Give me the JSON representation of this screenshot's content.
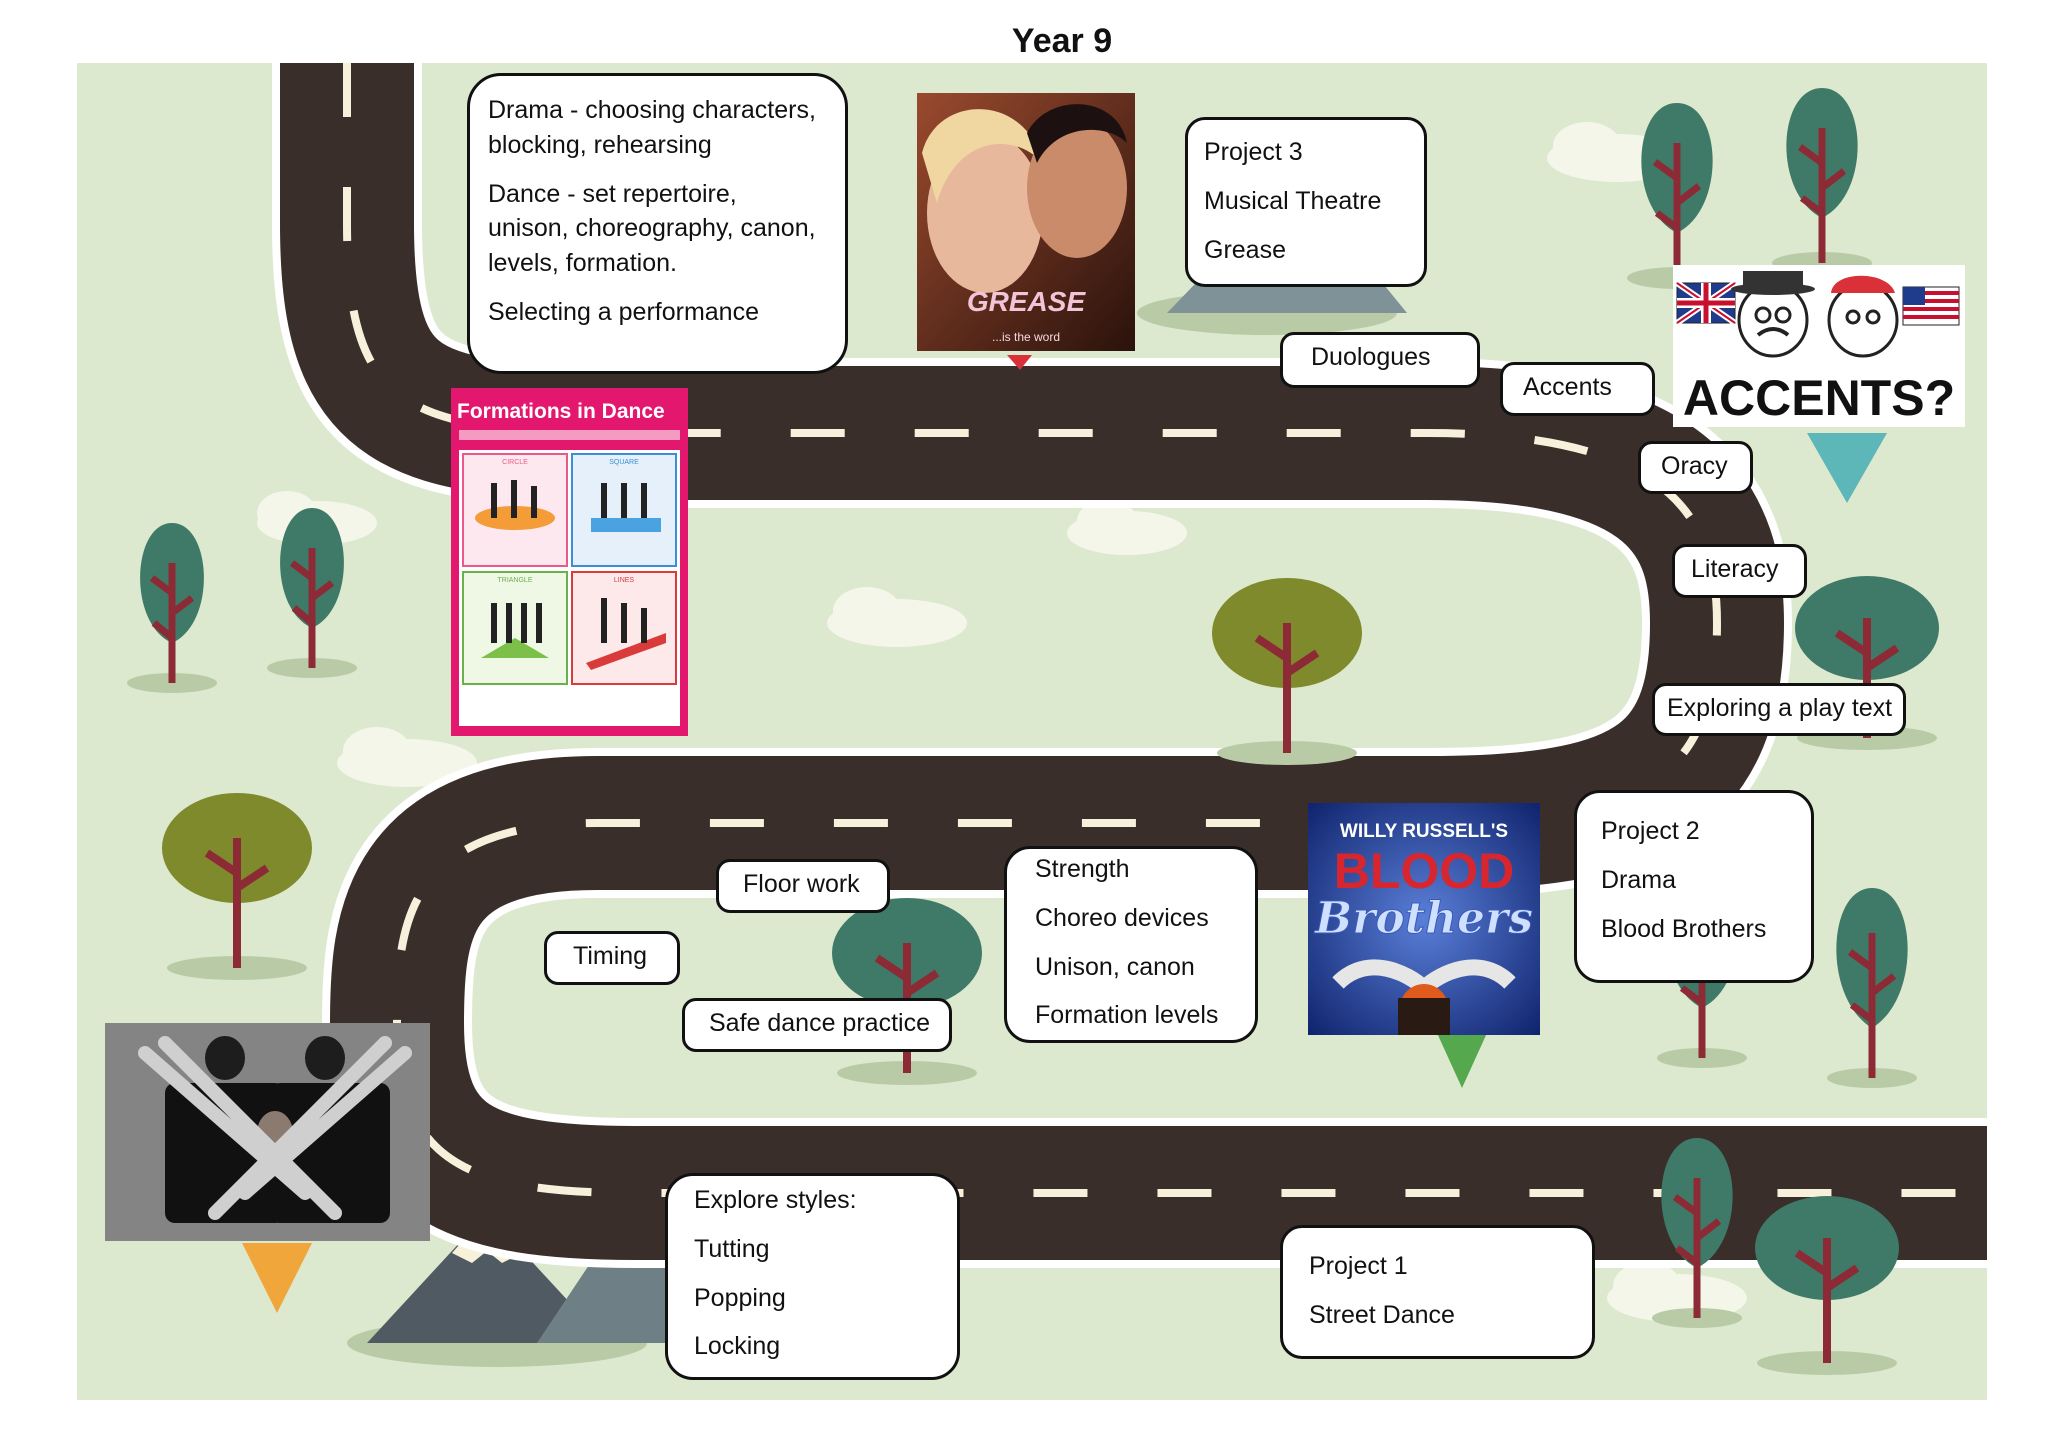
{
  "page_title": "Year 9",
  "boxes": {
    "drama_dance": {
      "lines": [
        "Drama - choosing characters,",
        "blocking, rehearsing",
        "Dance - set repertoire,",
        "unison, choreography, canon,",
        "levels, formation.",
        "Selecting a performance"
      ]
    },
    "project3": {
      "lines": [
        "Project 3",
        "Musical Theatre",
        "Grease"
      ]
    },
    "duologues": "Duologues",
    "accents": "Accents",
    "oracy": "Oracy",
    "literacy": "Literacy",
    "exploring_play_text": "Exploring a play text",
    "project2": {
      "lines": [
        "Project 2",
        "Drama",
        "Blood Brothers"
      ]
    },
    "strength": {
      "lines": [
        "Strength",
        "Choreo devices",
        "Unison, canon",
        "Formation levels"
      ]
    },
    "floor_work": "Floor work",
    "timing": "Timing",
    "safe_dance": "Safe dance practice",
    "explore_styles": {
      "lines": [
        "Explore styles:",
        "Tutting",
        "Popping",
        "Locking"
      ]
    },
    "project1": {
      "lines": [
        "Project 1",
        "Street Dance"
      ]
    }
  },
  "images": {
    "grease_poster": {
      "title": "GREASE",
      "tagline": "...is the word"
    },
    "formations_poster": {
      "title": "Formations in Dance",
      "panels": [
        "CIRCLE",
        "SQUARE",
        "TRIANGLE",
        "LINES"
      ]
    },
    "accents_cartoon": {
      "title": "ACCENTS?"
    },
    "blood_brothers_poster": {
      "line1": "WILLY RUSSELL'S",
      "line2": "BLOOD",
      "line3": "Brothers"
    }
  },
  "colors": {
    "background": "#dde9cf",
    "road": "#3a2e2b",
    "road_edge": "#ffffff",
    "tree_red": "#8c2a35",
    "tree_dark": "#3f7a68",
    "tree_olive": "#7f8a2c",
    "mountain": "#4f5a63"
  }
}
